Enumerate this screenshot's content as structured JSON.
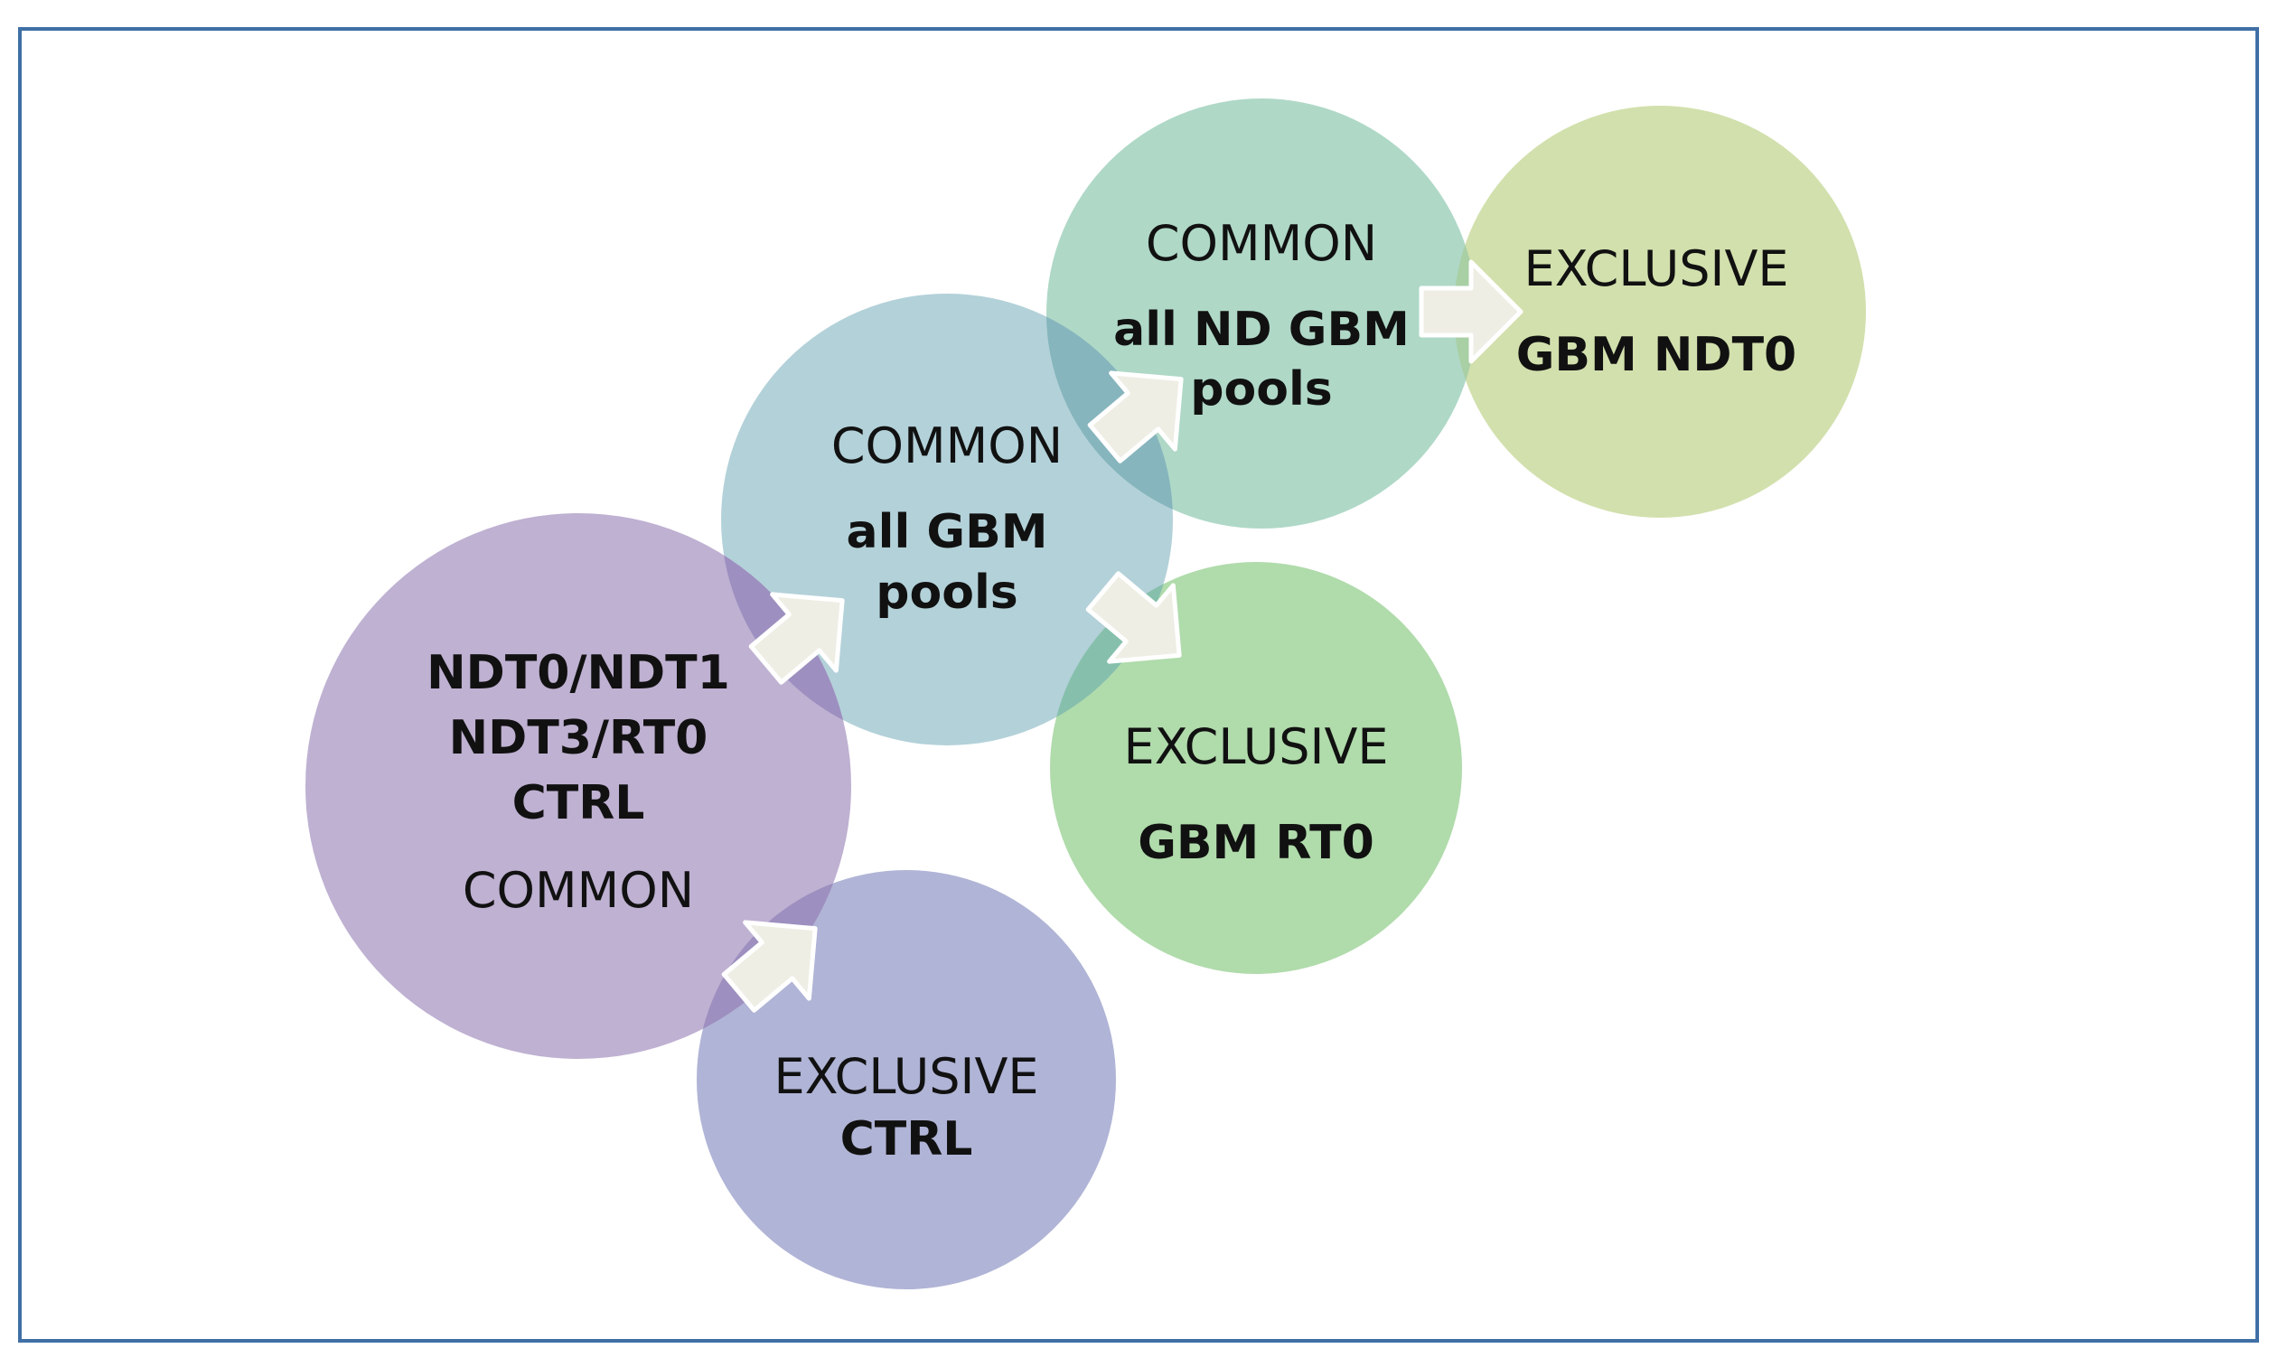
{
  "colors": {
    "frame": "#3f6fa5",
    "purple": "#bfb1d2",
    "purple_overlap": "#9d8fbf",
    "lavender": "#b0b4d6",
    "blue": "#b3d1d9",
    "blue_overlap": "#86b5bd",
    "teal": "#afd8c7",
    "teal_overlap": "#7db9ac",
    "lime": "#d2e0ad",
    "lime_overlap": "#a9cfa5",
    "green": "#b0dbab",
    "green_overlap": "#86c0ac",
    "arrow": "#efeee5"
  },
  "nodes": {
    "n1": {
      "line1": "NDT0/NDT1",
      "line2": "NDT3/RT0",
      "line3": "CTRL",
      "line4": "COMMON"
    },
    "n2": {
      "line1": "EXCLUSIVE",
      "line2": "CTRL"
    },
    "n3": {
      "line1": "COMMON",
      "line2": "all GBM",
      "line3": "pools"
    },
    "n4": {
      "line1": "COMMON",
      "line2": "all ND GBM",
      "line3": "pools"
    },
    "n5": {
      "line1": "EXCLUSIVE",
      "line2": "GBM RT0"
    },
    "n6": {
      "line1": "EXCLUSIVE",
      "line2": "GBM NDT0"
    }
  },
  "arrows": [
    {
      "from": "n1",
      "to": "n3"
    },
    {
      "from": "n1",
      "to": "n2"
    },
    {
      "from": "n3",
      "to": "n4"
    },
    {
      "from": "n3",
      "to": "n5"
    },
    {
      "from": "n4",
      "to": "n6"
    }
  ]
}
